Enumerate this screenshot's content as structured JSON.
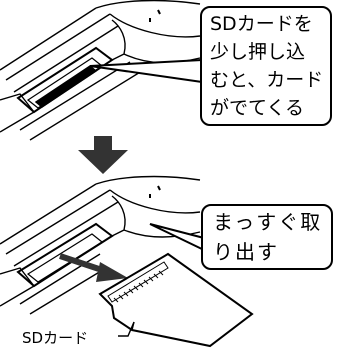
{
  "callout_top": {
    "lines": [
      "SDカードを",
      "少し押し込",
      "むと、カード",
      "がでてくる"
    ]
  },
  "callout_bottom": {
    "lines": [
      "まっすぐ取",
      "り出す"
    ]
  },
  "card_label": "SDカード",
  "icons": {
    "step_arrow": "down-arrow-icon",
    "pull_arrow": "diagonal-arrow-icon"
  },
  "colors": {
    "ink": "#000000",
    "background": "#ffffff",
    "arrow": "#333333"
  }
}
